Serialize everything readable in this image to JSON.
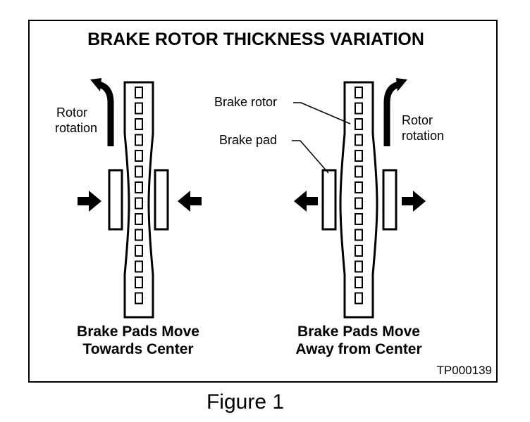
{
  "title": "BRAKE ROTOR THICKNESS VARIATION",
  "left_panel": {
    "rotation_label_line1": "Rotor",
    "rotation_label_line2": "rotation",
    "caption_line1": "Brake Pads Move",
    "caption_line2": "Towards Center"
  },
  "right_panel": {
    "rotor_label": "Brake rotor",
    "pad_label": "Brake pad",
    "rotation_label_line1": "Rotor",
    "rotation_label_line2": "rotation",
    "caption_line1": "Brake Pads Move",
    "caption_line2": "Away from Center"
  },
  "code": "TP000139",
  "figure_caption": "Figure 1",
  "colors": {
    "ink": "#000000",
    "background": "#ffffff"
  }
}
